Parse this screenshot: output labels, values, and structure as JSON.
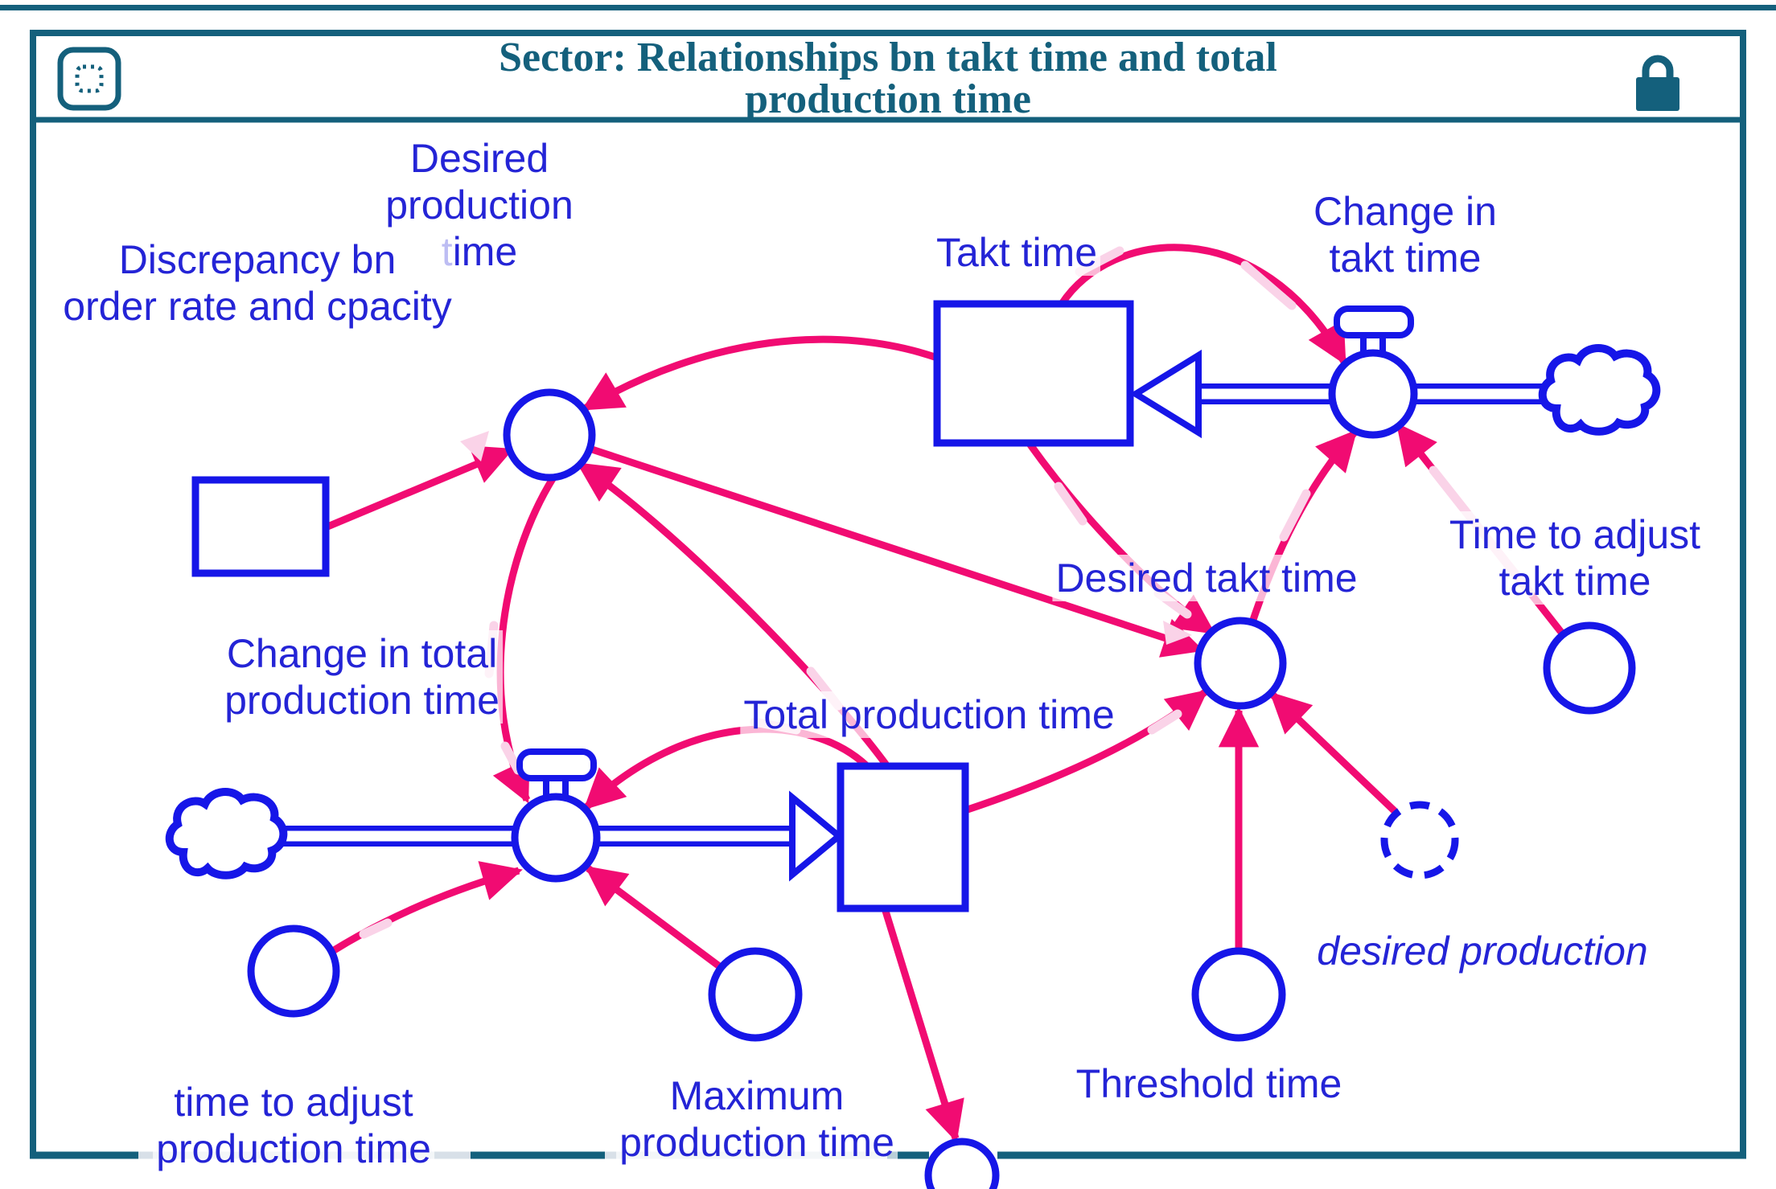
{
  "header": {
    "title_line1": "Sector: Relationships bn takt time and total",
    "title_line2": "production time",
    "icons": {
      "sector_icon": "dashed-rounded-rect",
      "lock_icon": "padlock-locked"
    }
  },
  "colors": {
    "frame_teal": "#14607c",
    "shape_blue": "#1616e8",
    "label_blue": "#2424d6",
    "connector_pink": "#f10b72",
    "connector_pale_pink": "#fad3e8",
    "border_light_segment": "#d8e0e8"
  },
  "labels": {
    "desired_production_time": {
      "lines": [
        "Desired",
        "production",
        "time"
      ]
    },
    "discrepancy": {
      "lines": [
        "Discrepancy bn",
        "order rate and cpacity"
      ]
    },
    "takt_time": {
      "lines": [
        "Takt time"
      ]
    },
    "change_in_takt_time": {
      "lines": [
        "Change in",
        "takt time"
      ]
    },
    "time_to_adjust_takt_time": {
      "lines": [
        "Time to adjust",
        "takt time"
      ]
    },
    "desired_takt_time": {
      "lines": [
        "Desired takt time"
      ]
    },
    "change_in_total_production_time": {
      "lines": [
        "Change in total",
        "production time"
      ]
    },
    "total_production_time": {
      "lines": [
        "Total production time"
      ]
    },
    "desired_production_ghost": {
      "lines": [
        "desired production"
      ]
    },
    "threshold_time": {
      "lines": [
        "Threshold time"
      ]
    },
    "maximum_production_time": {
      "lines": [
        "Maximum",
        "production time"
      ]
    },
    "time_to_adjust_production_time": {
      "lines": [
        "time to adjust",
        "production time"
      ]
    }
  },
  "diagram": {
    "stocks": [
      "Takt time",
      "Total production time",
      "Discrepancy bn order rate and cpacity"
    ],
    "flows": [
      "Change in takt time",
      "Change in total production time"
    ],
    "converters": [
      "Desired production time",
      "Desired takt time",
      "Time to adjust takt time",
      "Threshold time",
      "Maximum production time",
      "time to adjust production time"
    ],
    "ghosts": [
      "desired production"
    ],
    "clouds": 2
  }
}
